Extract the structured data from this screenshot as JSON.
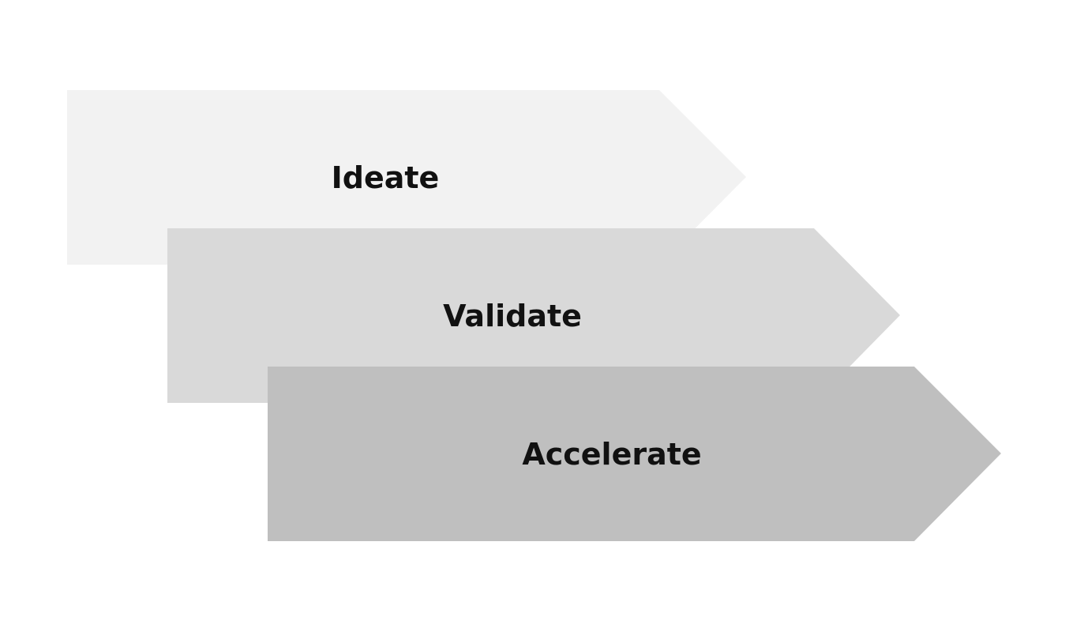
{
  "steps": [
    {
      "label": "Ideate",
      "color": "#f2f2f2"
    },
    {
      "label": "Validate",
      "color": "#d9d9d9"
    },
    {
      "label": "Accelerate",
      "color": "#bfbfbf"
    }
  ]
}
